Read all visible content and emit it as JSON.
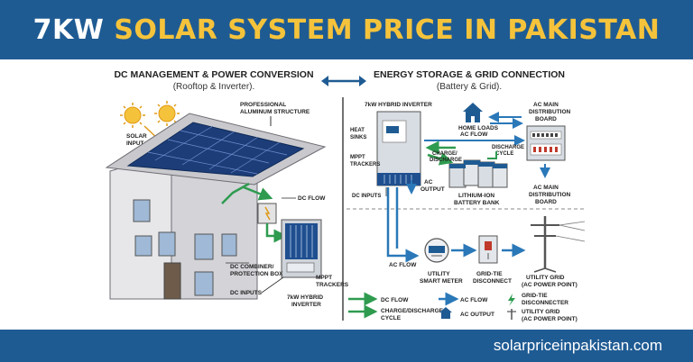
{
  "header": {
    "title_prefix": "7KW",
    "title_main": "SOLAR SYSTEM PRICE IN PAKISTAN"
  },
  "footer": {
    "url": "solarpriceinpakistan.com"
  },
  "colors": {
    "header_bg": "#1f5b93",
    "accent_yellow": "#f5c33b",
    "dc_green": "#2e9b4f",
    "ac_blue": "#2a78b8"
  },
  "left_panel": {
    "title": "DC MANAGEMENT & POWER CONVERSION",
    "subtitle": "(Rooftop & Inverter).",
    "labels": {
      "solar_input": [
        "SOLAR",
        "INPUT"
      ],
      "aluminum_structure": [
        "PROFESSIONAL",
        "ALUMINUM STRUCTURE"
      ],
      "dc_flow": "DC FLOW",
      "combiner_box": [
        "DC COMBINER/",
        "PROTECTION BOX"
      ],
      "dc_inputs": "DC INPUTS",
      "mppt_trackers": [
        "MPPT",
        "TRACKERS"
      ],
      "hybrid_inverter": [
        "7kW HYBRID",
        "INVERTER"
      ]
    }
  },
  "right_panel": {
    "title": "ENERGY STORAGE & GRID CONNECTION",
    "subtitle": "(Battery & Grid).",
    "labels": {
      "hybrid_inverter": "7kW HYBRID INVERTER",
      "heat_sinks": [
        "HEAT",
        "SINKS"
      ],
      "mppt_trackers": [
        "MPPT",
        "TRACKERS"
      ],
      "dc_inputs": "DC INPUTS",
      "ac_output": [
        "AC",
        "OUTPUT"
      ],
      "charge_discharge": [
        "CHARGE/",
        "DISCHARGE"
      ],
      "home_loads": "HOME LOADS",
      "ac_flow_top": "AC FLOW",
      "discharge_cycle": [
        "DISCHARGE",
        "CYCLE"
      ],
      "ac_main_board_top": [
        "AC MAIN",
        "DISTRIBUTION",
        "BOARD"
      ],
      "battery_bank": [
        "LITHIUM-ION",
        "BATTERY BANK"
      ],
      "ac_main_board_bottom": [
        "AC MAIN",
        "DISTRIBUTION",
        "BOARD"
      ],
      "ac_flow_bottom": "AC FLOW",
      "smart_meter": [
        "UTILITY",
        "SMART METER"
      ],
      "grid_tie": [
        "GRID-TIE",
        "DISCONNECT"
      ],
      "utility_grid": [
        "UTILITY GRID",
        "(AC POWER POINT)"
      ]
    }
  },
  "legend": {
    "dc_flow": "DC FLOW",
    "charge_cycle": [
      "CHARGE/DISCHARGE",
      "CYCLE"
    ],
    "ac_flow": "AC FLOW",
    "ac_output": "AC OUTPUT",
    "grid_tie": [
      "GRID-TIE",
      "DISCONNECTER"
    ],
    "utility_grid": [
      "UTILITY GRID",
      "(AC POWER POINT)"
    ]
  }
}
